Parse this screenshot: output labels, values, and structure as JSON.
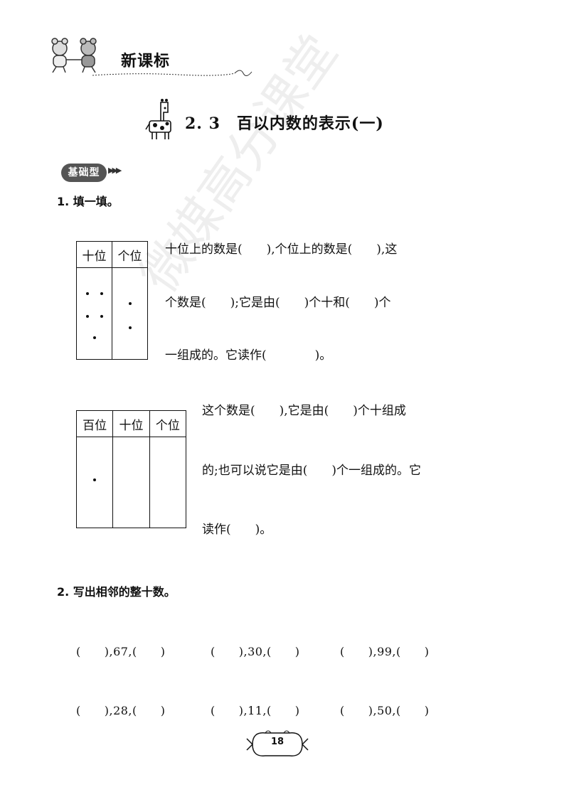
{
  "header": {
    "series_title": "新课标"
  },
  "section": {
    "title": "2. 3　百以内数的表示(一)"
  },
  "badge": {
    "label": "基础型"
  },
  "q1": {
    "title": "1. 填一填。",
    "table1": {
      "headers": [
        "十位",
        "个位"
      ]
    },
    "text1": [
      "十位上的数是(　　),个位上的数是(　　),这",
      "个数是(　　);它是由(　　)个十和(　　)个",
      "一组成的。它读作(　　　　)。"
    ],
    "table2": {
      "headers": [
        "百位",
        "十位",
        "个位"
      ]
    },
    "text2": [
      "这个数是(　　),它是由(　　)个十组成",
      "的;也可以说它是由(　　)个一组成的。它",
      "读作(　　)。"
    ]
  },
  "q2": {
    "title": "2. 写出相邻的整十数。",
    "row1": [
      "(　　),67,(　　)",
      "(　　),30,(　　)",
      "(　　),99,(　　)"
    ],
    "row2": [
      "(　　),28,(　　)",
      "(　　),11,(　　)",
      "(　　),50,(　　)"
    ]
  },
  "footer": {
    "page_number": "18"
  },
  "watermark": {
    "text": "微媒高分课堂"
  }
}
